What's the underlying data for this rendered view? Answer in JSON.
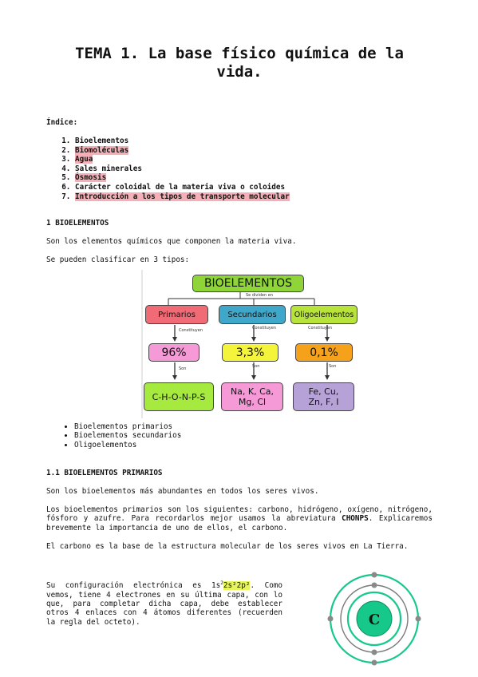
{
  "title": "TEMA 1. La base físico química de la vida.",
  "index": {
    "heading": "Índice:",
    "items": [
      {
        "label": "Bioelementos",
        "highlight": false
      },
      {
        "label": "Biomoléculas",
        "highlight": true
      },
      {
        "label": "Agua",
        "highlight": true
      },
      {
        "label": "Sales minerales",
        "highlight": false
      },
      {
        "label": "Ósmosis",
        "highlight": true
      },
      {
        "label": "Carácter coloidal de la materia viva o coloides",
        "highlight": false
      },
      {
        "label": "Introducción a los tipos de transporte molecular",
        "highlight": true
      }
    ]
  },
  "section1": {
    "heading": "1 BIOELEMENTOS",
    "p1": "Son los elementos químicos que componen la materia viva.",
    "p2": "Se pueden clasificar en 3 tipos:"
  },
  "diagram": {
    "title": "BIOELEMENTOS",
    "split_label": "Se dividen en",
    "categories": [
      {
        "name": "Primarios",
        "connector1": "Constituyen",
        "percent": "96%",
        "connector2": "Son",
        "elements": "C-H-O-N-P-S",
        "color": "#f06b75",
        "pct_color": "#f59ad7",
        "el_color": "#a6ea3f"
      },
      {
        "name": "Secundarios",
        "connector1": "Constituyen",
        "percent": "3,3%",
        "connector2": "Son",
        "elements": "Na, K, Ca, Mg, Cl",
        "color": "#3fa7c9",
        "pct_color": "#f4f43a",
        "el_color": "#f59ad7"
      },
      {
        "name": "Oligoelementos",
        "connector1": "Constituyen",
        "percent": "0,1%",
        "connector2": "Son",
        "elements": "Fe, Cu, Zn, F, I",
        "color": "#b7e33a",
        "pct_color": "#f6a11a",
        "el_color": "#b7a2d8"
      }
    ],
    "header_color": "#8fd53a"
  },
  "bullets": [
    "Bioelementos primarios",
    "Bioelementos secundarios",
    "Oligoelementos"
  ],
  "section11": {
    "heading": "1.1 BIOELEMENTOS PRIMARIOS",
    "p1": "Son los bioelementos más abundantes en todos los seres vivos.",
    "p2_before": "Los bioelementos primarios son los siguientes: carbono, hidrógeno, oxígeno, nitrógeno, fósforo y azufre. Para recordarlos mejor usamos la abreviatura ",
    "p2_bold": "CHONPS",
    "p2_after": ". Explicaremos brevemente la importancia de uno de ellos, el carbono.",
    "p3": "El carbono es la base de la estructura molecular de los seres vivos en La Tierra.",
    "p4_before": "Su configuración electrónica es 1s",
    "p4_sup1": "2",
    "p4_hl": "2s²2p²",
    "p4_after": ". Como vemos, tiene 4 electrones en su última capa, con lo que, para completar dicha capa, debe establecer otros 4 enlaces con 4 átomos diferentes (recuerden la regla del octeto)."
  },
  "atom": {
    "symbol": "C",
    "nucleus_color": "#16c88a",
    "electron_color": "#8a8a8a"
  }
}
